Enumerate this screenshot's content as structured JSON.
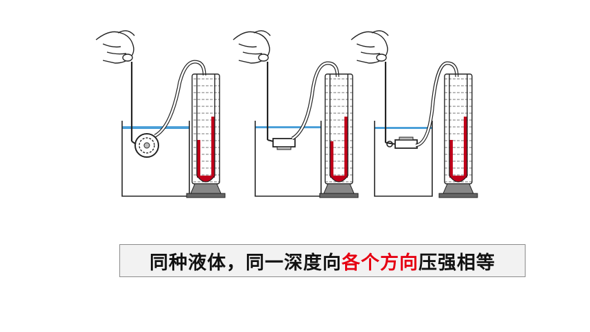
{
  "caption": {
    "before": "同种液体，同一深度向",
    "highlight": "各个方向",
    "after": "压强相等"
  },
  "colors": {
    "liquid_red": "#c0001a",
    "water_blue": "#4a9fd8",
    "highlight_red": "#e60012",
    "line": "#222222"
  },
  "experiments": [
    {
      "probe_orientation": "membrane-facing-side"
    },
    {
      "probe_orientation": "membrane-facing-down"
    },
    {
      "probe_orientation": "membrane-facing-up"
    }
  ]
}
